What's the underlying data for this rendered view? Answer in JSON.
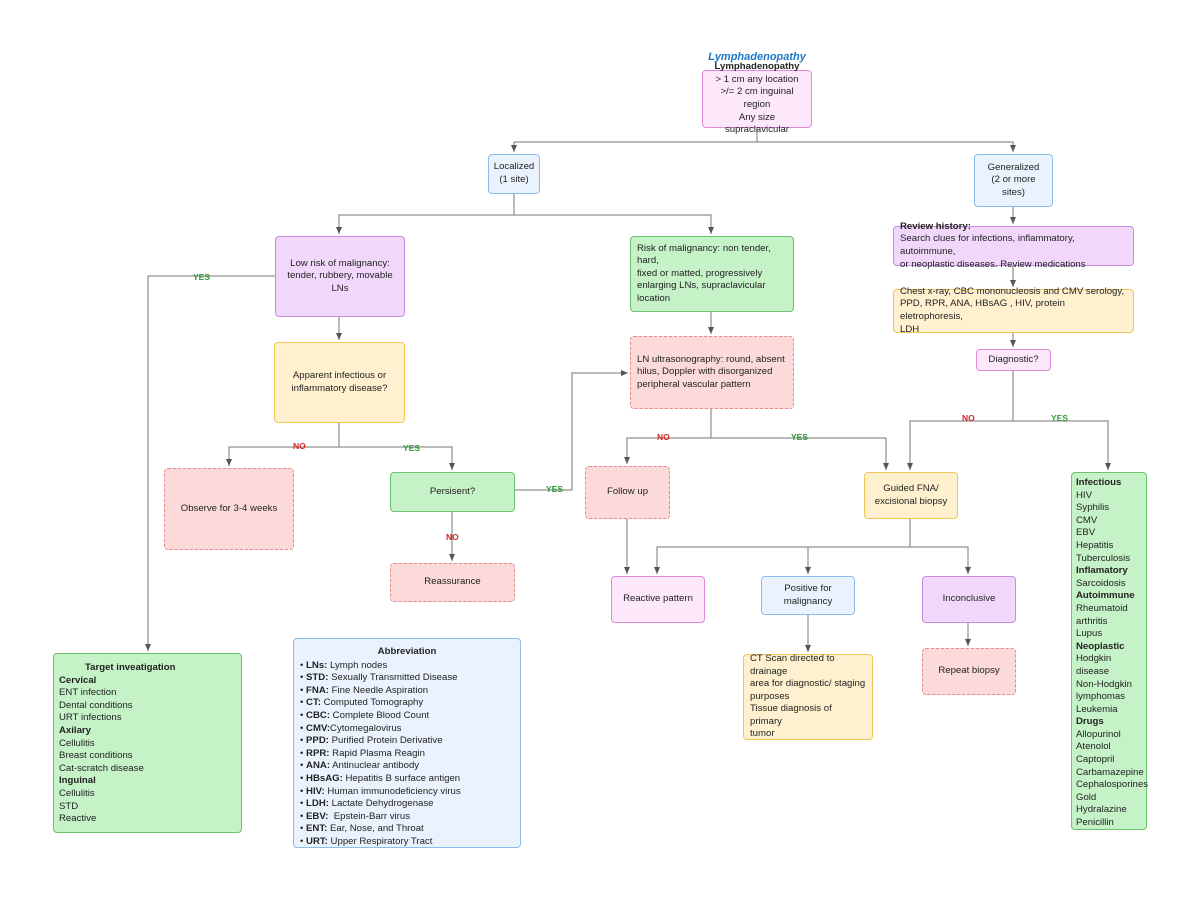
{
  "title": "Lymphadenopathy",
  "nodes": {
    "root": {
      "heading": "Lymphadenopathy",
      "lines": [
        "> 1 cm any location",
        ">/= 2 cm inguinal region",
        "Any size supraclavicular"
      ]
    },
    "localized": {
      "lines": [
        "Localized",
        "(1 site)"
      ]
    },
    "generalized": {
      "lines": [
        "Generalized",
        "(2 or more sites)"
      ]
    },
    "low_risk": {
      "lines": [
        "Low risk of malignancy:",
        "tender, rubbery, movable LNs"
      ]
    },
    "high_risk": {
      "lines": [
        "Risk of malignancy: non tender, hard,",
        "fixed or matted, progressively",
        "enlarging LNs,  supraclavicular",
        "location"
      ]
    },
    "review_history": {
      "heading": "Review history:",
      "lines": [
        "Search clues for infections, inflammatory, autoimmune,",
        "or neoplastic diseases. Review medications"
      ]
    },
    "tests": {
      "lines": [
        "Chest x-ray, CBC mononucleosis and CMV serology,",
        "PPD, RPR, ANA, HBsAG , HIV, protein eletrophoresis,",
        "LDH"
      ]
    },
    "diagnostic": {
      "lines": [
        "Diagnostic?"
      ]
    },
    "infectious": {
      "lines": [
        "Apparent infectious or",
        "inflammatory disease?"
      ]
    },
    "us": {
      "lines": [
        "LN ultrasonography: round, absent",
        "hilus, Doppler with disorganized",
        "peripheral vascular pattern"
      ]
    },
    "observe": {
      "lines": [
        "Observe for 3-4 weeks"
      ]
    },
    "persistent": {
      "lines": [
        "Persisent?"
      ]
    },
    "reassurance": {
      "lines": [
        "Reassurance"
      ]
    },
    "follow_up": {
      "lines": [
        "Follow up"
      ]
    },
    "fna": {
      "lines": [
        "Guided FNA/",
        "excisional biopsy"
      ]
    },
    "reactive": {
      "lines": [
        "Reactive pattern"
      ]
    },
    "positive": {
      "lines": [
        "Positive for",
        "malignancy"
      ]
    },
    "inconclusive": {
      "lines": [
        "Inconclusive"
      ]
    },
    "ct": {
      "lines": [
        "CT Scan directed to drainage",
        "area for diagnostic/ staging",
        "purposes",
        "Tissue diagnosis of primary",
        "tumor"
      ]
    },
    "repeat": {
      "lines": [
        "Repeat biopsy"
      ]
    }
  },
  "edge_labels": {
    "low_yes": "YES",
    "inf_no": "NO",
    "inf_yes": "YES",
    "pers_yes": "YES",
    "pers_no": "NO",
    "us_no": "NO",
    "us_yes": "YES",
    "diag_no": "NO",
    "diag_yes": "YES"
  },
  "target": {
    "title": "Target inveatigation",
    "groups": [
      {
        "name": "Cervical",
        "items": [
          "ENT infection",
          "Dental conditions",
          "URT infections"
        ]
      },
      {
        "name": "Axilary",
        "items": [
          "Cellulitis",
          "Breast conditions",
          "Cat-scratch disease"
        ]
      },
      {
        "name": "Inguinal",
        "items": [
          "Cellulitis",
          "STD",
          "Reactive"
        ]
      }
    ]
  },
  "abbreviation": {
    "title": "Abbreviation",
    "items": [
      {
        "abbr": "LNs:",
        "text": " Lymph nodes"
      },
      {
        "abbr": "STD:",
        "text": " Sexually Transmitted Disease"
      },
      {
        "abbr": "FNA:",
        "text": " Fine Needle Aspiration"
      },
      {
        "abbr": "CT:",
        "text": " Computed Tomography"
      },
      {
        "abbr": "CBC:",
        "text": " Complete Blood Count"
      },
      {
        "abbr": "CMV:",
        "text": "Cytomegalovirus"
      },
      {
        "abbr": "PPD:",
        "text": " Purified Protein Derivative"
      },
      {
        "abbr": "RPR:",
        "text": " Rapid Plasma Reagin"
      },
      {
        "abbr": "ANA:",
        "text": " Antinuclear antibody"
      },
      {
        "abbr": "HBsAG:",
        "text": " Hepatitis B surface antigen"
      },
      {
        "abbr": "HIV:",
        "text": " Human immunodeficiency virus"
      },
      {
        "abbr": "LDH:",
        "text": " Lactate Dehydrogenase"
      },
      {
        "abbr": "EBV:",
        "text": "  Epstein-Barr virus"
      },
      {
        "abbr": "ENT:",
        "text": " Ear, Nose, and Throat"
      },
      {
        "abbr": "URT:",
        "text": " Upper Respiratory Tract"
      }
    ]
  },
  "causes": {
    "groups": [
      {
        "name": "Infectious",
        "items": [
          "HIV",
          "Syphilis",
          "CMV",
          "EBV",
          "Hepatitis",
          "Tuberculosis"
        ]
      },
      {
        "name": "Inflamatory",
        "items": [
          "Sarcoidosis"
        ]
      },
      {
        "name": "Autoimmune",
        "items": [
          "Rheumatoid",
          "arthritis",
          "Lupus"
        ]
      },
      {
        "name": "Neoplastic",
        "items": [
          "Hodgkin",
          "disease",
          "Non-Hodgkin",
          "lymphomas",
          "Leukemia"
        ]
      },
      {
        "name": "Drugs",
        "items": [
          "Allopurinol",
          "Atenolol",
          "Captopril",
          "Carbamazepine",
          "Cephalosporines",
          "Gold",
          "Hydralazine",
          "Penicillin"
        ]
      }
    ]
  }
}
